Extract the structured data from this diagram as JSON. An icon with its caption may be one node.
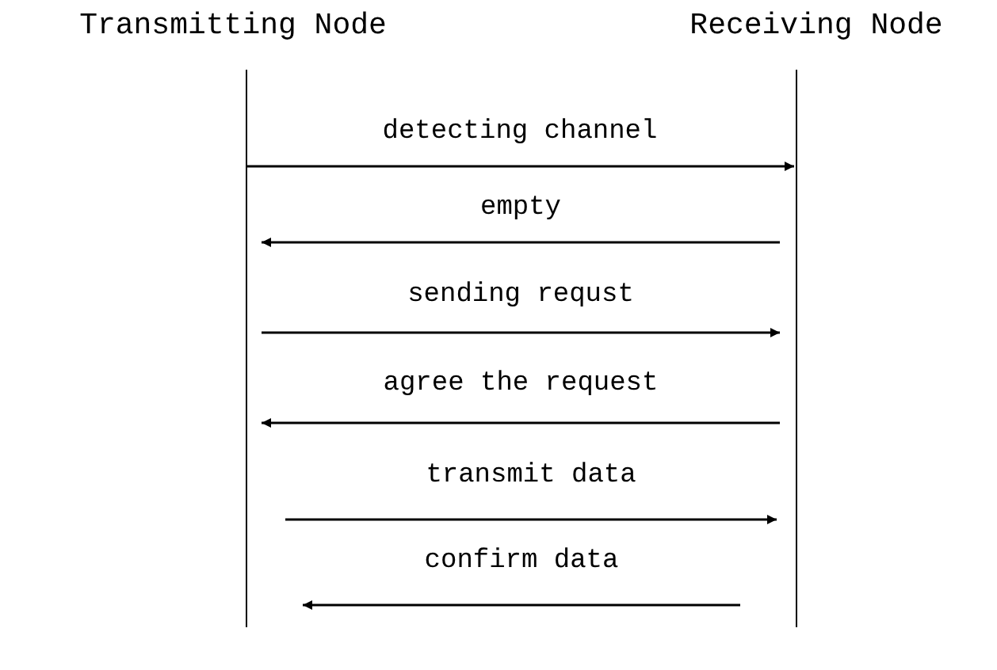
{
  "diagram": {
    "nodes": [
      {
        "text": [
          "Transmitting Node"
        ]
      },
      {
        "text": [
          "Receiving Node"
        ]
      }
    ],
    "edges": [
      {
        "from": 0,
        "to": 1,
        "arrow": "to",
        "label": "detecting channel"
      },
      {
        "from": 1,
        "to": 0,
        "arrow": "to",
        "label": "empty"
      },
      {
        "from": 0,
        "to": 1,
        "arrow": "to",
        "label": "sending requst"
      },
      {
        "from": 1,
        "to": 0,
        "arrow": "to",
        "label": "agree the request"
      },
      {
        "from": 0,
        "to": 1,
        "arrow": "to",
        "label": "transmit data"
      },
      {
        "from": 1,
        "to": 0,
        "arrow": "to",
        "label": "confirm data"
      }
    ]
  }
}
